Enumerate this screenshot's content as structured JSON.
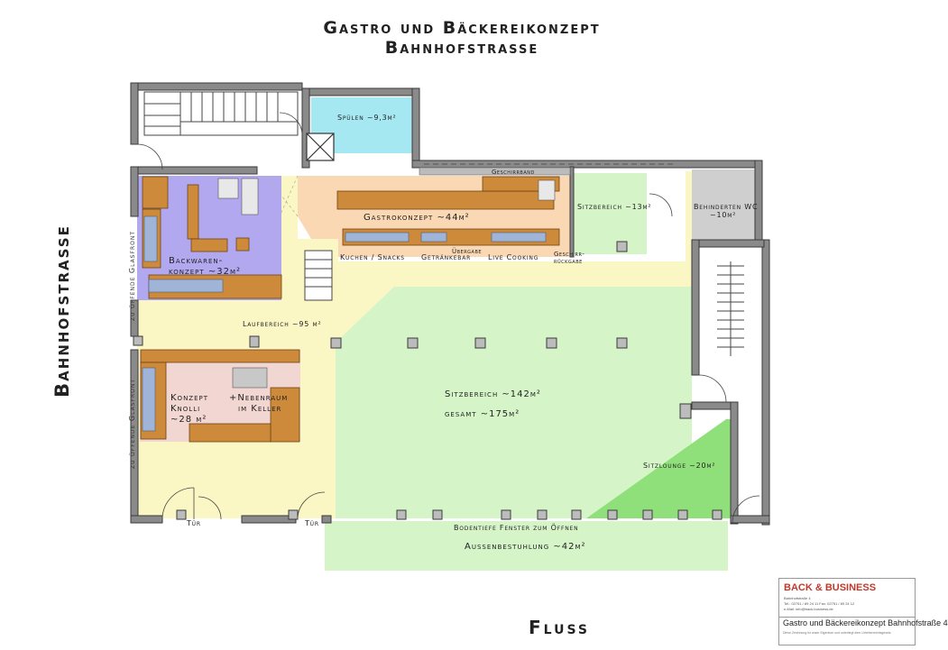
{
  "header": {
    "title_line1": "Gastro und Bäckereikonzept",
    "title_line2": "Bahnhofstrasse"
  },
  "streets": {
    "left": "Bahnhofstrasse",
    "bottom": "Fluss"
  },
  "facade": {
    "glass_upper": "zu öffende Glasfront",
    "glass_lower": "zu öffende Glasfront",
    "door_left": "Tür",
    "door_right": "Tür",
    "windows": "Bodentiefe Fenster zum Öffnen"
  },
  "rooms": {
    "spuelen": "Spülen ~9,3m²",
    "gastro": "Gastrokonzept ~44m²",
    "sitz13": "Sitzbereich ~13m²",
    "wc_line1": "Behinderten WC",
    "wc_line2": "~10m²",
    "back_line1": "Backwaren-",
    "back_line2": "konzept ~32m²",
    "lauf": "Laufbereich ~95 m²",
    "knolli_line1": "Konzept",
    "knolli_line2": "Knolli",
    "knolli_line3": "~28 m²",
    "neben_line1": "+Nebenraum",
    "neben_line2": "im Keller",
    "sitz142": "Sitzbereich ~142m²",
    "gesamt": "gesamt ~175m²",
    "lounge": "Sitzlounge ~20m²",
    "aussen": "Aussenbestuhlung ~42m²"
  },
  "counters": {
    "geschirr": "Geschirrband",
    "kuchen": "Kuchen / Snacks",
    "getraenke": "Getränkebar",
    "live": "Live Cooking",
    "uebergabe": "Übergabe",
    "rueckgabe_line1": "Geschirr-",
    "rueckgabe_line2": "rückgabe"
  },
  "logo": {
    "name": "BACK & BUSINESS",
    "address_line1": "Bahnhofstraße 4",
    "address_line2": "Tel.: 02751 / 89 24 11  Fax: 02751 / 89 24 12",
    "address_line3": "e-Mail: info@back-business.de",
    "plan_title": "Gastro und Bäckereikonzept Bahnhofstraße 4",
    "fine_print": "Diese Zeichnung ist unser Eigentum und unterliegt dem Urheberrechtsgesetz."
  },
  "colors": {
    "walls": "#8a8a8a",
    "laufbereich": "#fbf7c4",
    "sitzbereich": "#d5f5c8",
    "gastro": "#fbd8b4",
    "backwaren": "#b2a8f0",
    "knolli": "#f2d6d2",
    "lounge": "#8fe07a",
    "spuelen": "#a6e8f2",
    "wc": "#cfcfcf",
    "furniture": "#cd8a3a",
    "brand_red": "#c0392b"
  }
}
